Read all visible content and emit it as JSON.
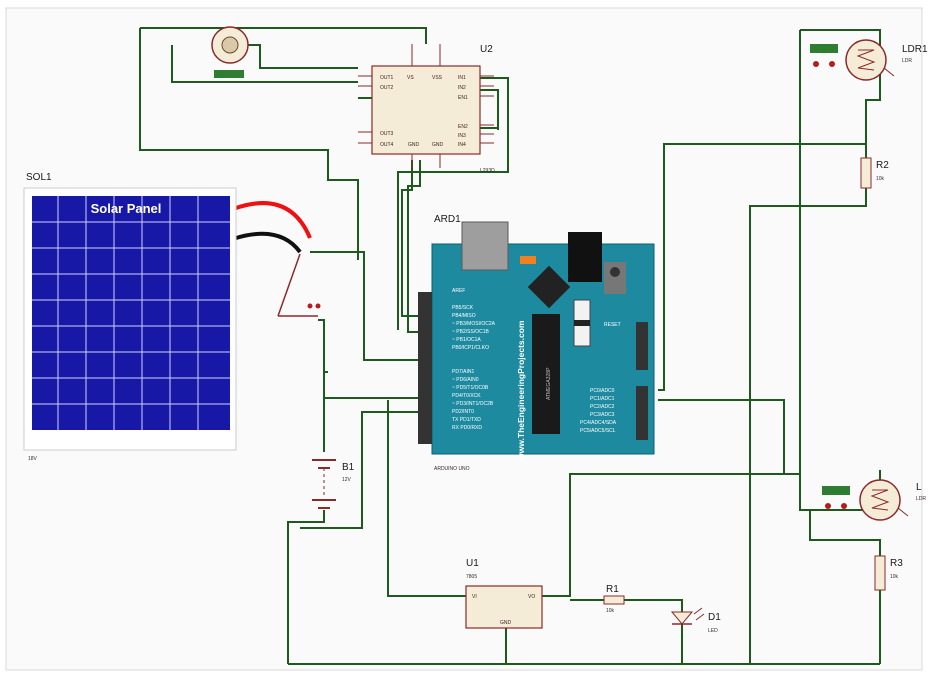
{
  "components": {
    "solar": {
      "ref": "SOL1",
      "title": "Solar Panel",
      "footer": "www.TheEngineeringProjects.com",
      "value": "18V"
    },
    "motor_driver": {
      "ref": "U2",
      "part": "L293D",
      "pins_left": [
        "OUT1",
        "OUT2",
        "OUT3",
        "OUT4"
      ],
      "pins_mid_top": [
        "VS",
        "VSS"
      ],
      "pins_mid_bottom": [
        "GND",
        "GND"
      ],
      "pins_right": [
        "IN1",
        "IN2",
        "EN1",
        "EN2",
        "IN3",
        "IN4"
      ]
    },
    "arduino": {
      "ref": "ARD1",
      "part": "ARDUINO UNO",
      "brand_text": "www.TheEngineeringProjects.com",
      "left_pins": [
        "AREF",
        "PB5/SCK",
        "PB4/MISO",
        "~ PB3/MOSI/OC2A",
        "~ PB2/SS/OC1B",
        "~ PB1/OC1A",
        "PB0/ICP1/CLKO",
        "PD7/AIN1",
        "~ PD6/AIN0",
        "~ PD5/T1/OC0B",
        "PD4/T0/XCK",
        "~ PD3/INT1/OC2B",
        "PD2/INT0",
        "TX PD1/TXD",
        "RX PD0/RXD"
      ],
      "right_pins": [
        "PC0/ADC0",
        "PC1/ADC1",
        "PC2/ADC2",
        "PC3/ADC3",
        "PC4/ADC4/SDA",
        "PC5/ADC5/SCL"
      ],
      "reset_label": "RESET",
      "chip_label": "ATMEGA328P"
    },
    "battery": {
      "ref": "B1",
      "value": "12V"
    },
    "regulator": {
      "ref": "U1",
      "part": "7805",
      "pins": [
        "VI",
        "VO",
        "GND"
      ]
    },
    "r1": {
      "ref": "R1",
      "value": "10k"
    },
    "r2": {
      "ref": "R2",
      "value": "10k"
    },
    "r3": {
      "ref": "R3",
      "value": "10k"
    },
    "led": {
      "ref": "D1",
      "part": "LED"
    },
    "ldr1": {
      "ref": "LDR1",
      "part": "LDR"
    },
    "ldr2": {
      "ref": "L",
      "part": "LDR"
    }
  },
  "colors": {
    "wire": "#1e5a1e",
    "board": "#1d8aa0",
    "panel": "#1818a6",
    "component_fill": "#f5ecd8",
    "component_edge": "#8b2a2a",
    "probe": "#2e7d32",
    "probe_dot": "#b71c1c",
    "red_lead": "#e11",
    "black_lead": "#111"
  }
}
